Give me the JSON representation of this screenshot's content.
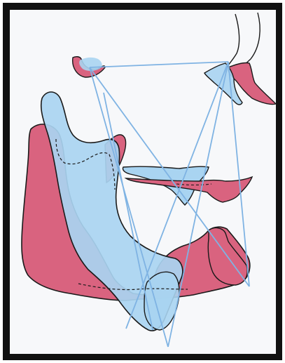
{
  "figure": {
    "description_visible_text": "",
    "colors": {
      "frame": "#111111",
      "paper": "#f7f8fa",
      "pink": "#d9637f",
      "blue": "#a9d4f1",
      "blue_line": "#7fb3e3",
      "outline": "#1a1a1a"
    },
    "elements": [
      {
        "name": "sella-turcica-shape",
        "role": "cranial landmark"
      },
      {
        "name": "pterygomaxillary-shape",
        "role": "upper-right landmark"
      },
      {
        "name": "maxilla-outline-blue",
        "role": "superimposed maxilla"
      },
      {
        "name": "maxilla-outline-pink",
        "role": "superimposed maxilla"
      },
      {
        "name": "mandible-pink",
        "role": "mandible tracing"
      },
      {
        "name": "mandible-blue",
        "role": "mandible tracing"
      },
      {
        "name": "reference-lines",
        "role": "cephalometric lines"
      }
    ]
  }
}
